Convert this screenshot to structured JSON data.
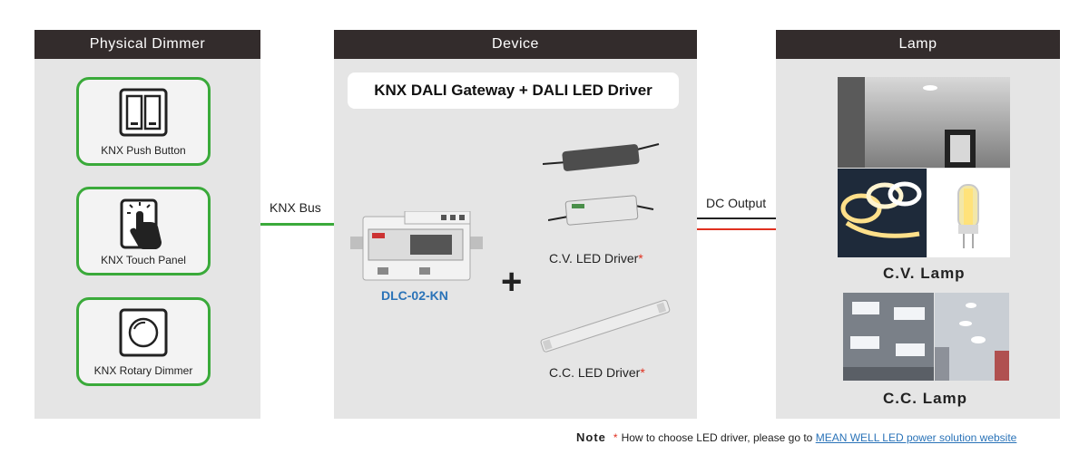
{
  "panels": {
    "dimmer": {
      "title": "Physical Dimmer"
    },
    "device": {
      "title": "Device"
    },
    "lamp": {
      "title": "Lamp"
    }
  },
  "dimmers": [
    {
      "label": "KNX Push Button",
      "icon": "push-button-icon"
    },
    {
      "label": "KNX Touch Panel",
      "icon": "touch-panel-icon"
    },
    {
      "label": "KNX Rotary Dimmer",
      "icon": "rotary-dimmer-icon"
    }
  ],
  "device": {
    "title": "KNX DALI Gateway + DALI LED Driver",
    "gateway_model": "DLC-02-KN",
    "plus": "+",
    "cv_driver": "C.V. LED Driver",
    "cc_driver": "C.C. LED Driver",
    "asterisk": "*"
  },
  "connections": {
    "bus": "KNX Bus",
    "output": "DC Output"
  },
  "lamps": {
    "cv": "C.V. Lamp",
    "cc": "C.C. Lamp"
  },
  "note": {
    "label": "Note",
    "asterisk": "*",
    "text": "How to choose LED driver, please go to",
    "link": "MEAN WELL LED power solution website"
  },
  "colors": {
    "header": "#332c2c",
    "panel": "#e5e5e5",
    "green": "#3aaa3a",
    "red": "#e03020",
    "link": "#2a73b8"
  }
}
